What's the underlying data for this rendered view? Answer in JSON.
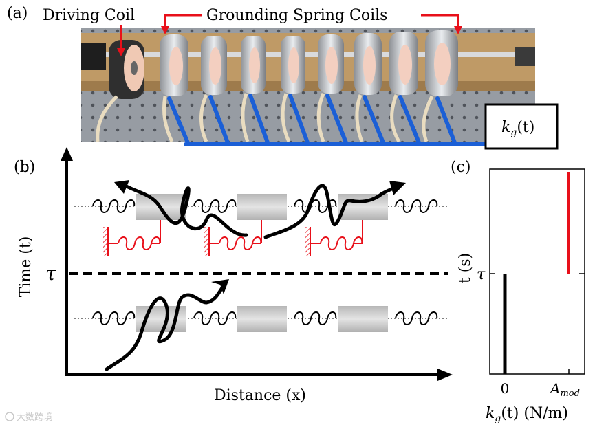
{
  "panel_a": {
    "label": "(a)",
    "driving_coil": "Driving Coil",
    "grounding_coils": "Grounding Spring Coils",
    "kg_box": "k",
    "kg_sub": "g",
    "kg_arg": "(t)"
  },
  "panel_b": {
    "label": "(b)",
    "y_axis_label": "Time (t)",
    "x_axis_label": "Distance (x)",
    "tau": "τ"
  },
  "panel_c": {
    "label": "(c)",
    "y_axis_label": "t (s)",
    "tau": "τ",
    "x_tick_zero": "0",
    "x_tick_amod": "A",
    "x_tick_amod_sub": "mod",
    "x_axis_label_k": "k",
    "x_axis_label_sub": "g",
    "x_axis_label_rest": "(t) (N/m)"
  },
  "chart_data": {
    "type": "line",
    "xlabel": "k_g(t) (N/m)",
    "ylabel": "t (s)",
    "x_ticks": [
      "0",
      "A_mod"
    ],
    "y_ticks": [
      "τ"
    ],
    "series": [
      {
        "x": [
          "0",
          "0"
        ],
        "y": [
          "0",
          "τ"
        ],
        "color": "#000000"
      },
      {
        "x": [
          "A_mod",
          "A_mod"
        ],
        "y": [
          "τ",
          "end"
        ],
        "color": "#e8101a"
      }
    ]
  },
  "colors": {
    "wire_blue": "#1b5fd6",
    "mod_red": "#e8101a",
    "mass_gray": "#c9c9c9"
  },
  "watermark": "大数跨境"
}
